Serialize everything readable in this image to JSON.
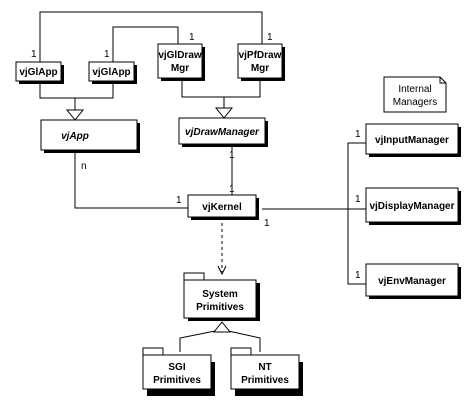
{
  "classes": {
    "vjglapp_1": "vjGlApp",
    "vjglapp_2": "vjGlApp",
    "vjgldraw_mgr": [
      "vjGlDraw",
      "Mgr"
    ],
    "vjpfdraw_mgr": [
      "vjPfDraw",
      "Mgr"
    ],
    "vjapp": "vjApp",
    "vjdrawmanager": "vjDrawManager",
    "vjkernel": "vjKernel",
    "vjinputmanager": "vjInputManager",
    "vjdisplaymanager": "vjDisplayManager",
    "vjenvmanager": "vjEnvManager"
  },
  "packages": {
    "system_primitives": [
      "System",
      "Primitives"
    ],
    "sgi_primitives": [
      "SGI",
      "Primitives"
    ],
    "nt_primitives": [
      "NT",
      "Primitives"
    ]
  },
  "note": [
    "Internal",
    "Managers"
  ],
  "multiplicities": {
    "one": "1",
    "n": "n"
  }
}
